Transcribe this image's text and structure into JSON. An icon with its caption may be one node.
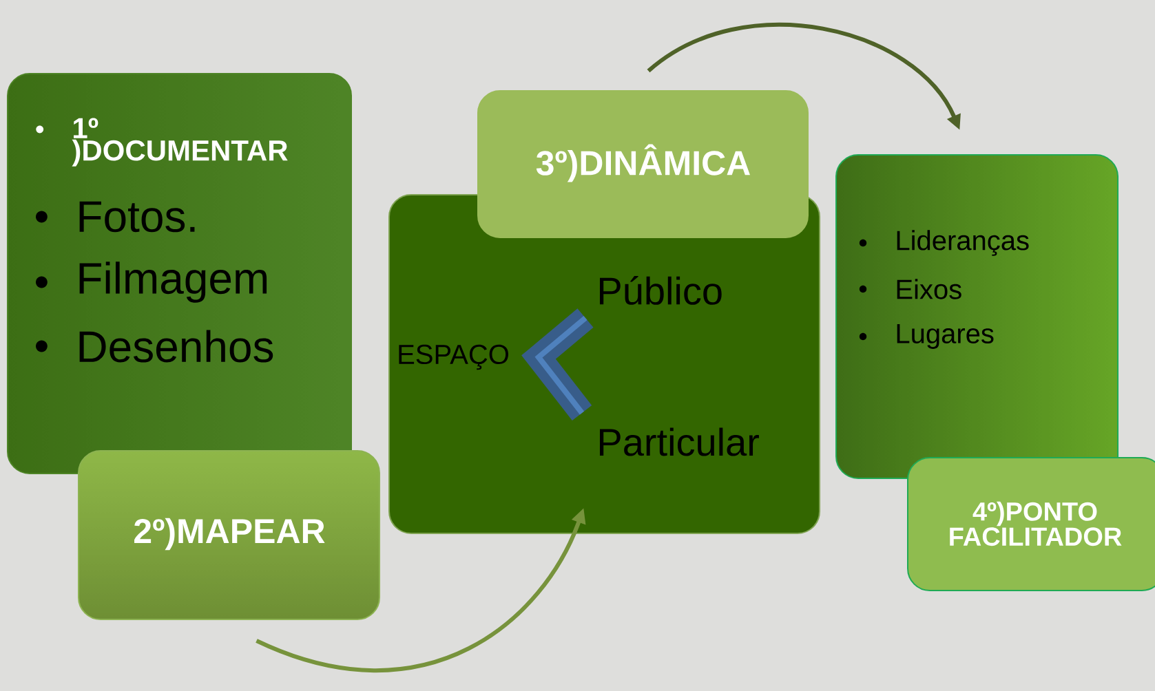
{
  "diagram": {
    "nodes": [
      {
        "text": [
          "1º )DOCUMENTAR",
          "Fotos.",
          "Filmagem",
          "Desenhos"
        ]
      },
      {
        "text": [
          "2º)MAPEAR"
        ]
      },
      {
        "text": [
          "ESPAÇO",
          "Público",
          "Particular"
        ]
      },
      {
        "text": [
          "3º)DINÂMICA"
        ]
      },
      {
        "text": [
          "Lideranças",
          "Eixos",
          "Lugares"
        ]
      },
      {
        "text": [
          "4º)PONTO FACILITADOR"
        ]
      }
    ],
    "edges": [
      {
        "from": 1,
        "to": 2,
        "arrow": "to",
        "color": "#77933c"
      },
      {
        "from": 3,
        "to": 4,
        "arrow": "to",
        "color": "#4f6228"
      }
    ]
  }
}
